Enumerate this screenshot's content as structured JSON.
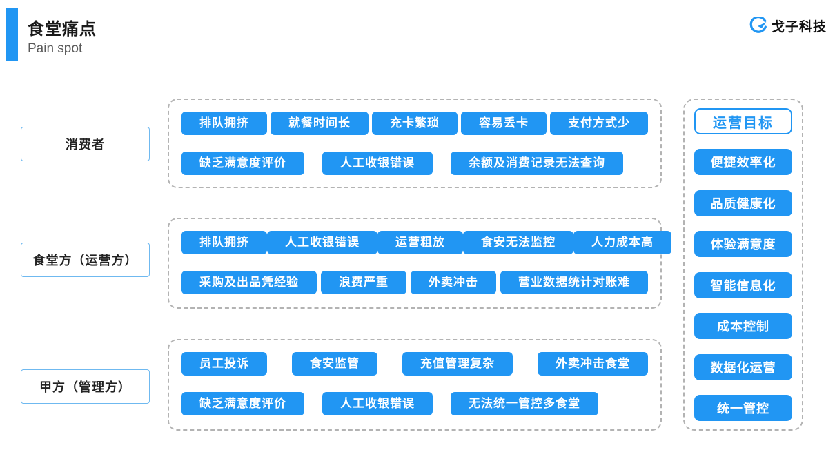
{
  "accent_color": "#2196f3",
  "header": {
    "title": "食堂痛点",
    "subtitle": "Pain spot",
    "brand": "戈子科技"
  },
  "groups": [
    {
      "label": "消费者",
      "lines": [
        [
          "排队拥挤",
          "就餐时间长",
          "充卡繁琐",
          "容易丢卡",
          "支付方式少"
        ],
        [
          "缺乏满意度评价",
          "人工收银错误",
          "余额及消费记录无法查询"
        ]
      ]
    },
    {
      "label": "食堂方（运营方）",
      "lines": [
        [
          "排队拥挤",
          "人工收银错误",
          "运营粗放",
          "食安无法监控",
          "人力成本高"
        ],
        [
          "采购及出品凭经验",
          "浪费严重",
          "外卖冲击",
          "营业数据统计对账难"
        ]
      ]
    },
    {
      "label": "甲方（管理方）",
      "lines": [
        [
          "员工投诉",
          "食安监管",
          "充值管理复杂",
          "外卖冲击食堂"
        ],
        [
          "缺乏满意度评价",
          "人工收银错误",
          "无法统一管控多食堂"
        ]
      ]
    }
  ],
  "goals": {
    "title": "运营目标",
    "items": [
      "便捷效率化",
      "品质健康化",
      "体验满意度",
      "智能信息化",
      "成本控制",
      "数据化运营",
      "统一管控"
    ]
  }
}
